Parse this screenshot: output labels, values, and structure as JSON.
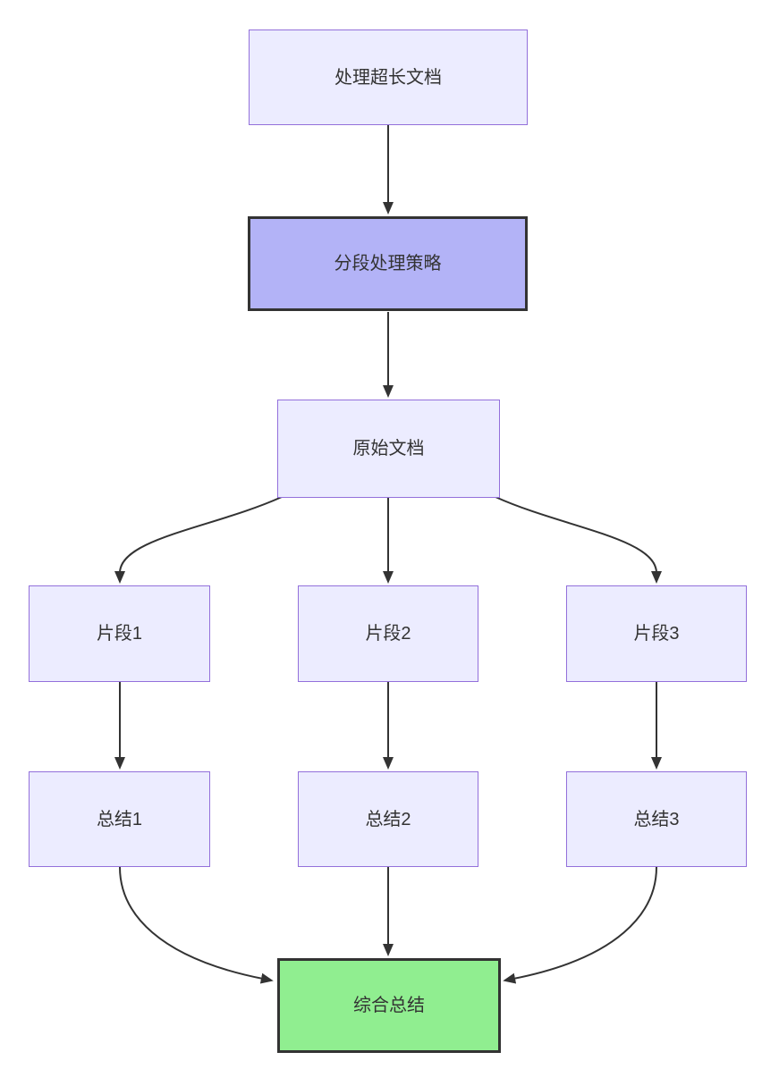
{
  "diagram": {
    "type": "flowchart",
    "direction": "top-down",
    "background": "#ffffff",
    "edge_color": "#333333",
    "text_color": "#333333",
    "node_styles": {
      "default": {
        "fill": "#ECECFF",
        "stroke": "#9370DB",
        "stroke_width": 1.5
      },
      "strategy": {
        "fill": "#B3B3F7",
        "stroke": "#333333",
        "stroke_width": 3
      },
      "result": {
        "fill": "#90EE90",
        "stroke": "#333333",
        "stroke_width": 3
      }
    },
    "nodes": [
      {
        "id": "A",
        "label": "处理超长文档",
        "style": "default"
      },
      {
        "id": "B",
        "label": "分段处理策略",
        "style": "strategy"
      },
      {
        "id": "C",
        "label": "原始文档",
        "style": "default"
      },
      {
        "id": "D1",
        "label": "片段1",
        "style": "default"
      },
      {
        "id": "D2",
        "label": "片段2",
        "style": "default"
      },
      {
        "id": "D3",
        "label": "片段3",
        "style": "default"
      },
      {
        "id": "E1",
        "label": "总结1",
        "style": "default"
      },
      {
        "id": "E2",
        "label": "总结2",
        "style": "default"
      },
      {
        "id": "E3",
        "label": "总结3",
        "style": "default"
      },
      {
        "id": "F",
        "label": "综合总结",
        "style": "result"
      }
    ],
    "edges": [
      {
        "from": "处理超长文档",
        "to": "分段处理策略"
      },
      {
        "from": "分段处理策略",
        "to": "原始文档"
      },
      {
        "from": "原始文档",
        "to": "片段1"
      },
      {
        "from": "原始文档",
        "to": "片段2"
      },
      {
        "from": "原始文档",
        "to": "片段3"
      },
      {
        "from": "片段1",
        "to": "总结1"
      },
      {
        "from": "片段2",
        "to": "总结2"
      },
      {
        "from": "片段3",
        "to": "总结3"
      },
      {
        "from": "总结1",
        "to": "综合总结"
      },
      {
        "from": "总结2",
        "to": "综合总结"
      },
      {
        "from": "总结3",
        "to": "综合总结"
      }
    ]
  }
}
